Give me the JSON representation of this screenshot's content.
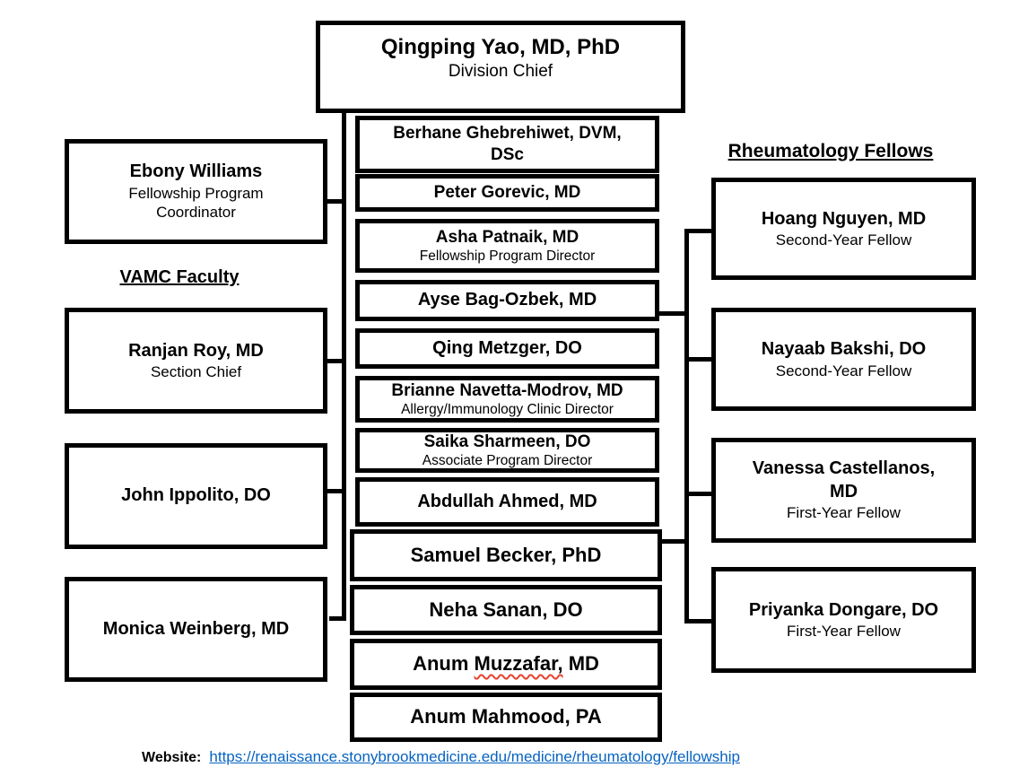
{
  "top_box": {
    "name": "Qingping Yao, MD, PhD",
    "role": "Division Chief"
  },
  "headings": {
    "left": "VAMC Faculty",
    "right": "Rheumatology Fellows"
  },
  "left_boxes": [
    {
      "name": "Ebony Williams",
      "role": "Fellowship Program Coordinator"
    },
    {
      "name": "Ranjan Roy, MD",
      "role": "Section Chief"
    },
    {
      "name": "John Ippolito, DO"
    },
    {
      "name": "Monica Weinberg, MD"
    }
  ],
  "center_boxes": [
    {
      "name": "Berhane Ghebrehiwet, DVM, DSc"
    },
    {
      "name": "Peter Gorevic, MD"
    },
    {
      "name": "Asha Patnaik, MD",
      "role": "Fellowship Program Director"
    },
    {
      "name": "Ayse Bag-Ozbek, MD"
    },
    {
      "name": "Qing Metzger, DO"
    },
    {
      "name": "Brianne Navetta-Modrov, MD",
      "role": "Allergy/Immunology Clinic Director"
    },
    {
      "name": "Saika Sharmeen, DO",
      "role": "Associate Program Director"
    },
    {
      "name": "Abdullah Ahmed, MD"
    },
    {
      "name": "Samuel Becker, PhD"
    },
    {
      "name": "Neha Sanan, DO"
    },
    {
      "name": "Anum Muzzafar, MD",
      "parts": {
        "first": "Anum ",
        "squiggle": "Muzzafar,",
        "last": " MD"
      }
    },
    {
      "name": "Anum Mahmood, PA"
    }
  ],
  "right_boxes": [
    {
      "name": "Hoang Nguyen, MD",
      "role": "Second-Year Fellow"
    },
    {
      "name": "Nayaab Bakshi, DO",
      "role": "Second-Year Fellow"
    },
    {
      "name": "Vanessa Castellanos, MD",
      "role": "First-Year Fellow"
    },
    {
      "name": "Priyanka Dongare, DO",
      "role": "First-Year Fellow"
    }
  ],
  "footer": {
    "website_label": "Website:",
    "website_url": "https://renaissance.stonybrookmedicine.edu/medicine/rheumatology/fellowship"
  },
  "colors": {
    "link_blue": "#0563C1",
    "spellcheck_red": "#e8412c",
    "line_black": "#000000"
  }
}
